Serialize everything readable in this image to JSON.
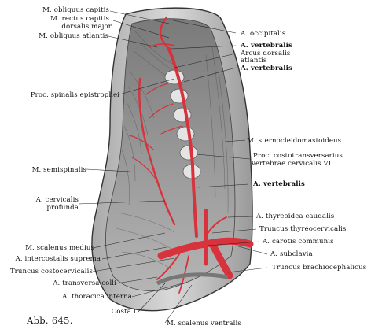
{
  "figure_number": "Abb. 645.",
  "labels": {
    "m_obliquus_capitis": "M. obliquus capitis",
    "m_rectus_capitis_1": "M. rectus capitis",
    "m_rectus_capitis_2": "dorsalis major",
    "m_obliquus_atlantis": "M. obliquus atlantis",
    "a_occipitalis": "A. occipitalis",
    "a_vertebralis_top": "A. vertebralis",
    "arcus_1": "Arcus dorsalis",
    "arcus_2": "atlantis",
    "a_vertebralis_mid": "A. vertebralis",
    "proc_spinalis": "Proc. spinalis epistrophei",
    "m_sternocleido": "M. sternocleidomastoideus",
    "proc_costo_1": "Proc. costotransversarius",
    "proc_costo_2": "vertebrae cervicalis VI.",
    "m_semispinalis": "M. semispinalis",
    "a_vertebralis_low": "A. vertebralis",
    "a_cervicalis_1": "A. cervicalis",
    "a_cervicalis_2": "profunda",
    "a_thyreoidea": "A. thyreoidea caudalis",
    "truncus_thyreo": "Truncus thyreocervicalis",
    "a_carotis": "A. carotis communis",
    "m_scalenus_medius": "M. scalenus medius",
    "a_intercostalis": "A. intercostalis suprema",
    "a_subclavia": "A. subclavia",
    "truncus_costo": "Truncus costocervicalis",
    "truncus_brachio": "Truncus brachiocephalicus",
    "a_transversa": "A. transversa colli",
    "a_thoracica": "A. thoracica interna",
    "costa": "Costa I.",
    "m_scalenus_ventralis": "M. scalenus ventralis"
  },
  "colors": {
    "artery": "#d8323c",
    "muscle": "#8c8c8c",
    "muscle_light": "#c4c4c4",
    "skin_edge": "#444444"
  }
}
